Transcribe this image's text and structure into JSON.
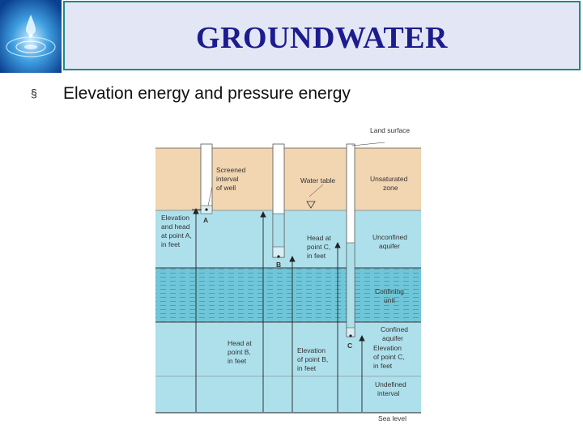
{
  "title": "GROUNDWATER",
  "bullet": {
    "marker": "§",
    "text": "Elevation energy and pressure energy"
  },
  "diagram": {
    "labels": {
      "land_surface": "Land surface",
      "screened_1": "Screened",
      "screened_2": "interval",
      "screened_3": "of well",
      "water_table": "Water table",
      "unsat_1": "Unsaturated",
      "unsat_2": "zone",
      "elev_a_1": "Elevation",
      "elev_a_2": "and head",
      "elev_a_3": "at point A,",
      "elev_a_4": "in feet",
      "point_a": "A",
      "head_c_1": "Head at",
      "head_c_2": "point C,",
      "head_c_3": "in feet",
      "unconf_1": "Unconfined",
      "unconf_2": "aquifer",
      "point_b": "B",
      "confining_1": "Confining",
      "confining_2": "unit",
      "confined_1": "Confined",
      "confined_2": "aquifer",
      "point_c": "C",
      "head_b_1": "Head at",
      "head_b_2": "point B,",
      "head_b_3": "in feet",
      "elev_b_1": "Elevation",
      "elev_b_2": "of point B,",
      "elev_b_3": "in feet",
      "elev_c_1": "Elevation",
      "elev_c_2": "of point C,",
      "elev_c_3": "in feet",
      "undef_1": "Undefined",
      "undef_2": "interval",
      "sea_level": "Sea level"
    },
    "colors": {
      "unsaturated": "#f2d5b1",
      "unconfined": "#aee0ec",
      "confining": "#6fc6d9",
      "confined": "#aee0ec",
      "undefined": "#aee0ec"
    }
  }
}
